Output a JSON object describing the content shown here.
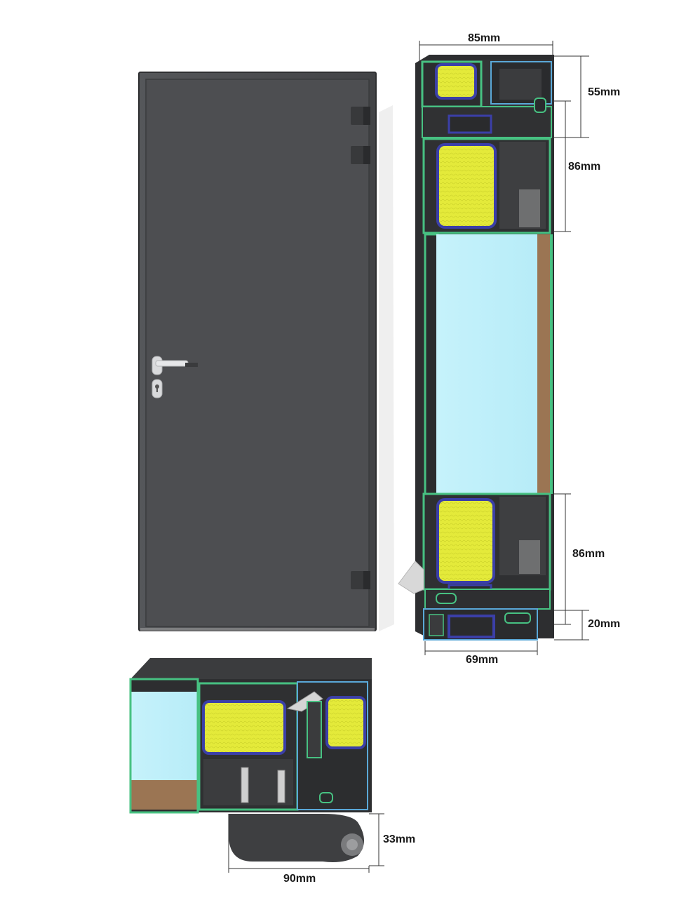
{
  "dimensions": {
    "frame_top_width": "85mm",
    "frame_head_height": "55mm",
    "sash_top_height": "86mm",
    "sash_bottom_height": "86mm",
    "threshold_height": "20mm",
    "bottom_width": "69mm",
    "hinge_projection": "33mm",
    "hinge_width": "90mm"
  },
  "colors": {
    "door_panel": "#4a4b4d",
    "aluminium": "#3a3b3d",
    "thermal_break": "#3dbd7a",
    "insulation": "#e6ec3a",
    "glass": "#bdeffa",
    "spacer": "#9b7553",
    "gasket": "#3b3fa8",
    "seal_blue": "#5aa8d8"
  }
}
